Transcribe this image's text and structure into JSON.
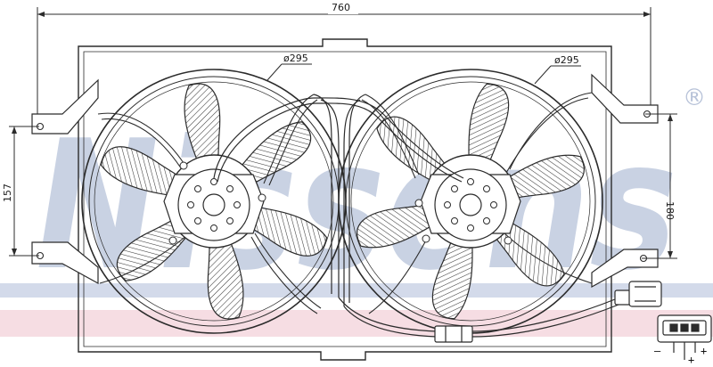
{
  "watermark": {
    "text": "Nissens",
    "registered_mark": "®"
  },
  "dimensions": {
    "overall_width": "760",
    "left_height": "157",
    "right_height": "180",
    "left_fan_diameter": "ø295",
    "right_fan_diameter": "ø295"
  },
  "connector": {
    "pin_minus": "–",
    "pin_plus_left": "+",
    "pin_plus_right": "+"
  },
  "colors": {
    "line": "#2b2b2b",
    "watermark": "#c9d2e3",
    "band_blue": "#c2cbe0",
    "band_pink": "#f4d6dd",
    "blade_hatch": "#555555"
  }
}
